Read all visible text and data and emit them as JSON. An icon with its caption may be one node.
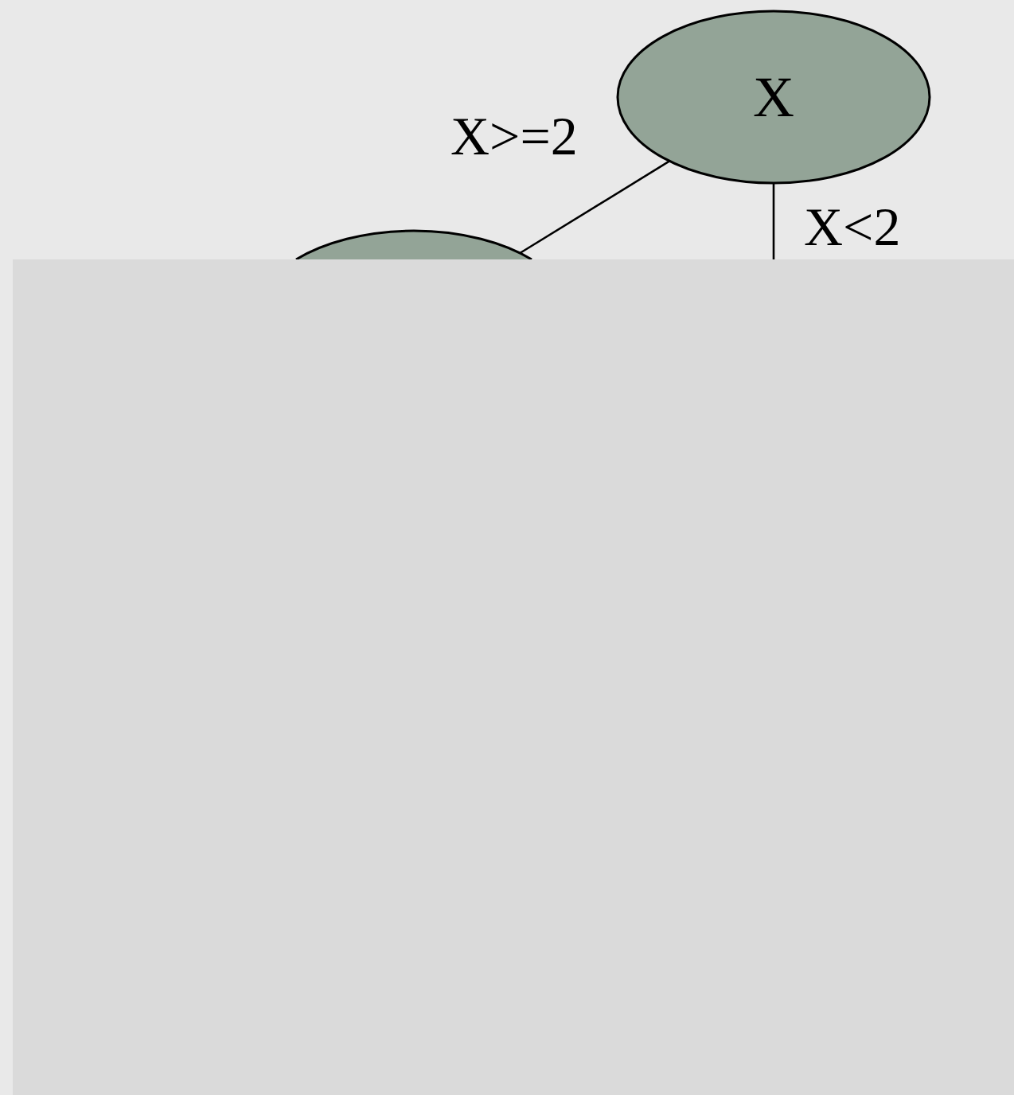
{
  "diagram": {
    "nodes": [
      {
        "text": [
          "X"
        ]
      },
      {
        "text": [],
        "shape": "ellipse"
      },
      {
        "text": [],
        "shape": "box"
      }
    ],
    "edges": [
      {
        "from": 0,
        "to": 1,
        "arrow": "none",
        "label": "X>=2"
      },
      {
        "from": 0,
        "to": 2,
        "arrow": "none",
        "label": "X<2"
      }
    ]
  }
}
